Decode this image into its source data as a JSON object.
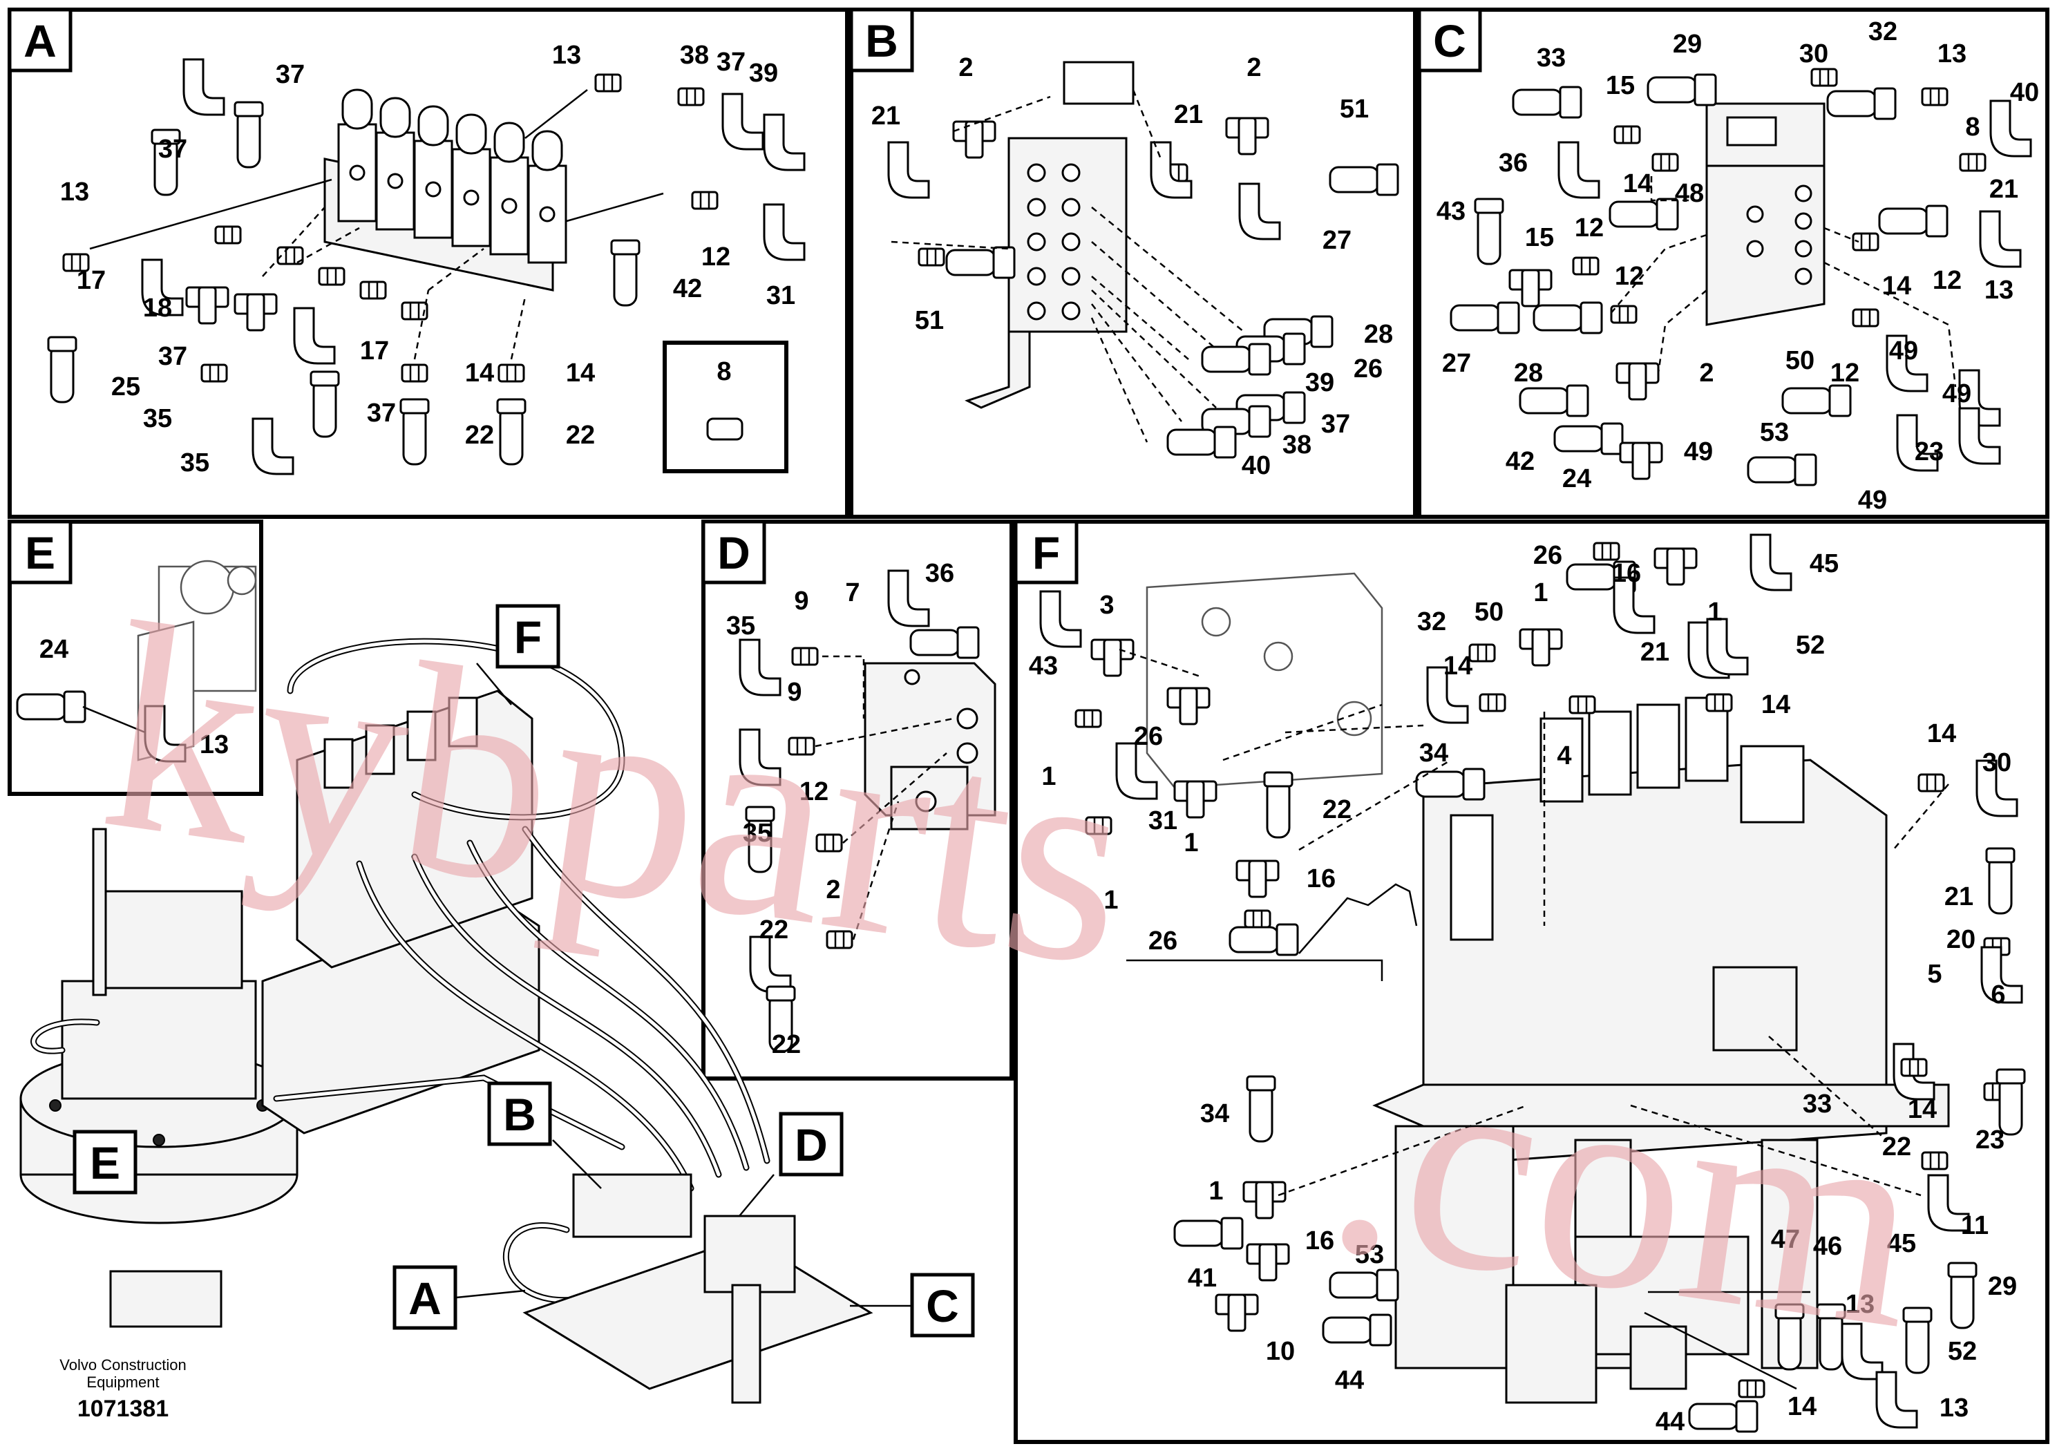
{
  "sections": {
    "A": {
      "letter": "A",
      "labels": [
        "37",
        "37",
        "13",
        "38",
        "37",
        "39",
        "13",
        "17",
        "18",
        "37",
        "25",
        "35",
        "35",
        "17",
        "37",
        "14",
        "14",
        "22",
        "22",
        "12",
        "31",
        "42",
        "8"
      ]
    },
    "B": {
      "letter": "B",
      "labels": [
        "2",
        "2",
        "21",
        "21",
        "51",
        "27",
        "51",
        "28",
        "26",
        "39",
        "37",
        "38",
        "40"
      ]
    },
    "C": {
      "letter": "C",
      "labels": [
        "33",
        "29",
        "32",
        "13",
        "30",
        "40",
        "15",
        "8",
        "36",
        "14",
        "48",
        "21",
        "43",
        "15",
        "12",
        "12",
        "14",
        "12",
        "13",
        "27",
        "28",
        "2",
        "50",
        "12",
        "49",
        "49",
        "42",
        "24",
        "49",
        "53",
        "23",
        "49"
      ]
    },
    "E": {
      "letter": "E",
      "labels": [
        "24",
        "13"
      ]
    },
    "D": {
      "letter": "D",
      "labels": [
        "7",
        "36",
        "35",
        "9",
        "9",
        "12",
        "35",
        "2",
        "22",
        "22"
      ]
    },
    "F": {
      "letter": "F",
      "labels": [
        "26",
        "45",
        "16",
        "1",
        "43",
        "3",
        "50",
        "1",
        "52",
        "32",
        "21",
        "14",
        "14",
        "26",
        "34",
        "4",
        "1",
        "31",
        "1",
        "22",
        "14",
        "30",
        "16",
        "1",
        "26",
        "21",
        "20",
        "5",
        "6",
        "33",
        "14",
        "23",
        "22",
        "34",
        "1",
        "11",
        "16",
        "53",
        "41",
        "47",
        "46",
        "45",
        "29",
        "10",
        "44",
        "13",
        "52",
        "44",
        "14",
        "13"
      ]
    }
  },
  "overview": {
    "callouts": [
      "F",
      "E",
      "B",
      "D",
      "A",
      "C"
    ]
  },
  "footer": {
    "company_line1": "Volvo Construction",
    "company_line2": "Equipment",
    "doc_number": "1071381"
  },
  "watermark": {
    "line1": "kybparts",
    "line2": ".com"
  }
}
